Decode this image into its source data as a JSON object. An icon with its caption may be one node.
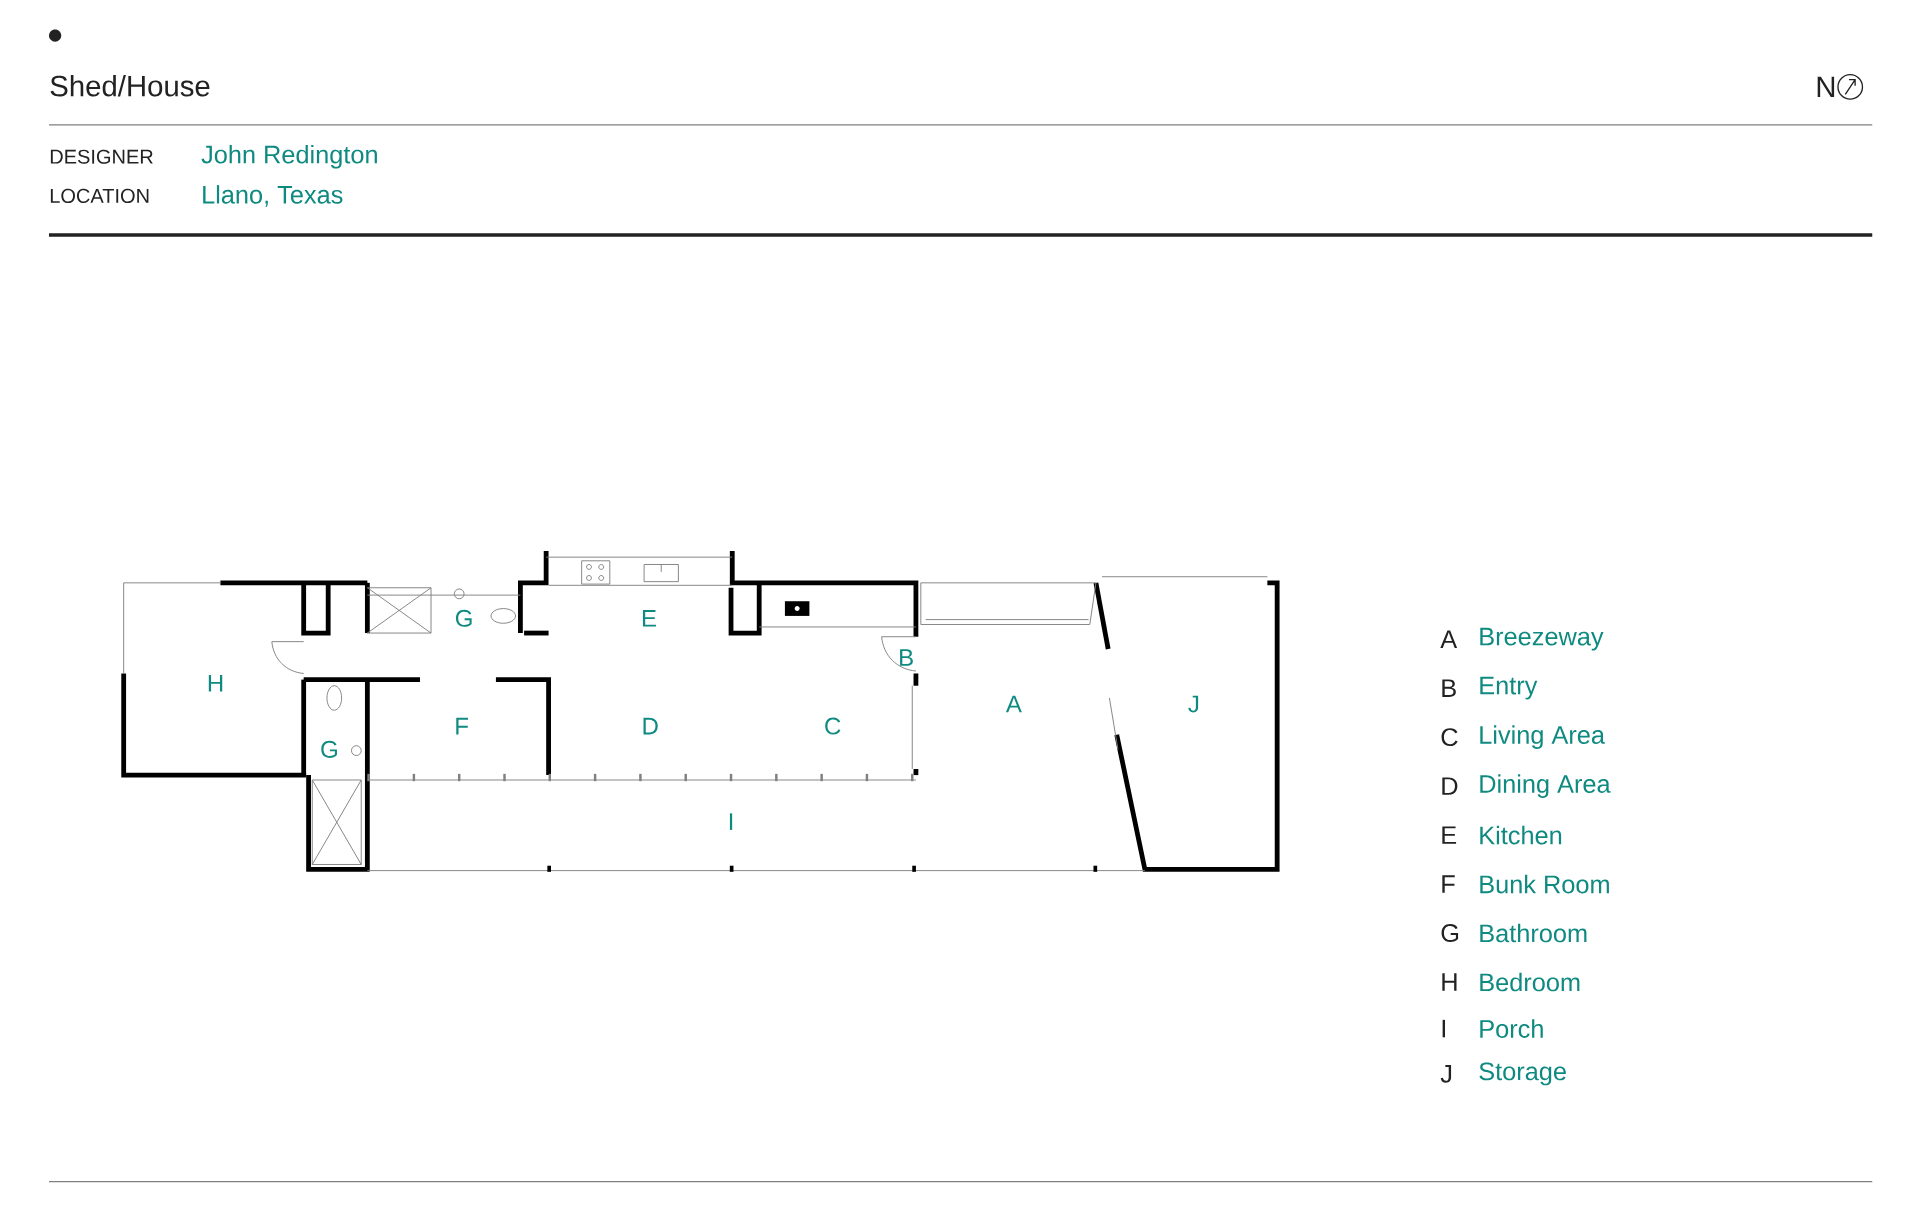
{
  "diagram": {
    "title": "Shed/House",
    "labels": [
      "DESIGNER",
      "John Redington",
      "LOCATION",
      "Llano, Texas",
      "N",
      "G",
      "E",
      "B",
      "H",
      "A",
      "J",
      "F",
      "D",
      "C",
      "G",
      "I",
      "A",
      "Breezeway",
      "B",
      "Entry",
      "C",
      "Living Area",
      "D",
      "Dining Area",
      "E",
      "Kitchen",
      "F",
      "Bunk Room",
      "G",
      "Bathroom",
      "H",
      "Bedroom",
      "I",
      "Porch",
      "J",
      "Storage"
    ]
  }
}
